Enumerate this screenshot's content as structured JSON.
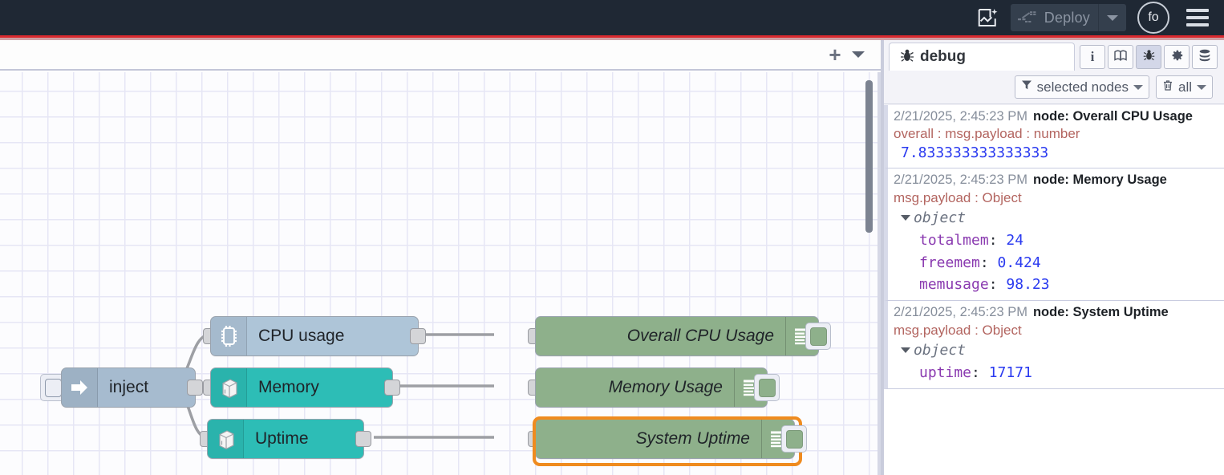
{
  "header": {
    "flow_icon": "flow-sparkle-icon",
    "deploy_label": "Deploy",
    "deploy_icon": "deploy-icon",
    "deploy_caret": "chevron-down-icon",
    "avatar_initials": "fo",
    "menu_icon": "hamburger-menu-icon"
  },
  "workspace": {
    "tabbar": {
      "add_label": "+",
      "add_icon": "plus-icon",
      "caret_icon": "chevron-down-icon"
    },
    "nodes": [
      {
        "id": "inject",
        "label": "inject",
        "type": "inject",
        "icon": "arrow-right-icon",
        "color": "#a6bbcf",
        "align": "left"
      },
      {
        "id": "cpu-usage",
        "label": "CPU usage",
        "type": "cpu",
        "icon": "cpu-chip-icon",
        "color": "#aec5d8",
        "align": "left"
      },
      {
        "id": "memory",
        "label": "Memory",
        "type": "memory",
        "icon": "server-box-icon",
        "color": "#2dbdb6",
        "align": "left"
      },
      {
        "id": "uptime",
        "label": "Uptime",
        "type": "uptime",
        "icon": "server-box-icon",
        "color": "#2dbdb6",
        "align": "left"
      },
      {
        "id": "overall-cpu",
        "label": "Overall CPU Usage",
        "type": "debug",
        "icon": "debug-lines-icon",
        "color": "#8eb08b",
        "align": "right"
      },
      {
        "id": "memory-usage",
        "label": "Memory Usage",
        "type": "debug",
        "icon": "debug-lines-icon",
        "color": "#8eb08b",
        "align": "right"
      },
      {
        "id": "system-uptime",
        "label": "System Uptime",
        "type": "debug",
        "icon": "debug-lines-icon",
        "color": "#8eb08b",
        "align": "right",
        "selected": true
      }
    ],
    "selection_color": "#ef8b1f"
  },
  "sidebar": {
    "tab": {
      "label": "debug",
      "icon": "bug-icon"
    },
    "tools": [
      {
        "name": "info-tab",
        "icon": "i",
        "active": false
      },
      {
        "name": "help-tab",
        "icon": "book-icon",
        "active": false
      },
      {
        "name": "debug-tab",
        "icon": "bug-icon",
        "active": true
      },
      {
        "name": "config-tab",
        "icon": "gear-icon",
        "active": false
      },
      {
        "name": "context-tab",
        "icon": "stack-icon",
        "active": false
      }
    ],
    "tools_caret": "chevron-down-icon",
    "toolbar": {
      "filter": {
        "label": "selected nodes",
        "icon": "filter-icon",
        "caret": "chevron-down-icon"
      },
      "clear": {
        "label": "all",
        "icon": "trash-icon",
        "caret": "chevron-down-icon"
      }
    },
    "debug_messages": [
      {
        "timestamp": "2/21/2025, 2:45:23 PM",
        "node": "node: Overall CPU Usage",
        "topic": "overall : msg.payload : number",
        "kind": "value",
        "value": "7.833333333333333"
      },
      {
        "timestamp": "2/21/2025, 2:45:23 PM",
        "node": "node: Memory Usage",
        "topic": "msg.payload : Object",
        "kind": "object",
        "object_label": "object",
        "properties": [
          {
            "key": "totalmem",
            "value": "24"
          },
          {
            "key": "freemem",
            "value": "0.424"
          },
          {
            "key": "memusage",
            "value": "98.23"
          }
        ]
      },
      {
        "timestamp": "2/21/2025, 2:45:23 PM",
        "node": "node: System Uptime",
        "topic": "msg.payload : Object",
        "kind": "object",
        "object_label": "object",
        "properties": [
          {
            "key": "uptime",
            "value": "17171"
          }
        ]
      }
    ]
  },
  "colors": {
    "header_bg": "#1f2834",
    "accent_red": "#d9292f",
    "debug_green": "#8eb08b",
    "teal": "#2dbdb6",
    "blue_grey": "#aec5d8",
    "value_blue": "#2a3af0",
    "key_purple": "#8a3ab0",
    "topic_red": "#b36560"
  }
}
